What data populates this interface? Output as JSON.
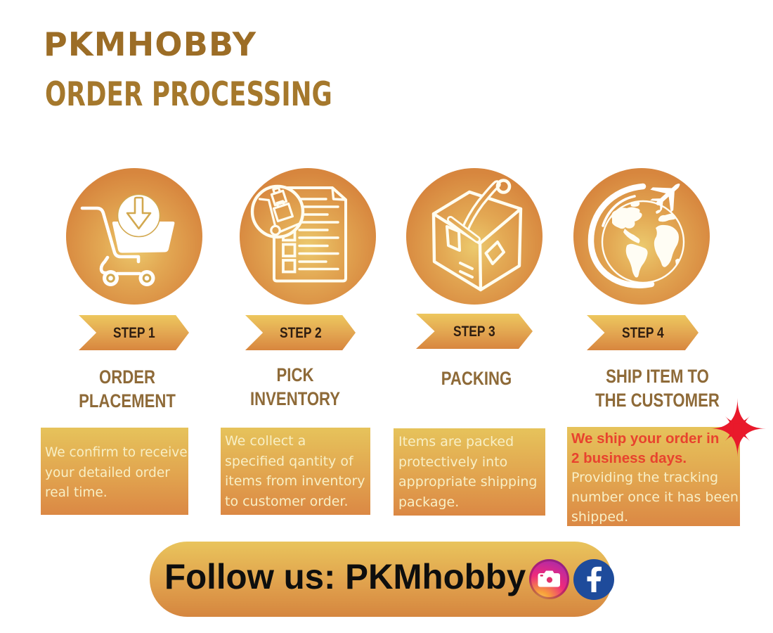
{
  "header": {
    "brand": "PKMHOBBY",
    "title": "ORDER PROCESSING"
  },
  "steps": [
    {
      "badge": "STEP 1",
      "title": "ORDER\nPLACEMENT",
      "description": "We confirm to receive\nyour detailed order\nreal time.",
      "icon": "cart-download-icon"
    },
    {
      "badge": "STEP 2",
      "title": "PICK\nINVENTORY",
      "description": "We collect a\nspecified qantity of\nitems from inventory\nto customer order.",
      "icon": "inventory-checklist-icon"
    },
    {
      "badge": "STEP 3",
      "title": "PACKING",
      "description": "Items are packed\nprotectively into\nappropriate shipping\npackage.",
      "icon": "packing-box-icon"
    },
    {
      "badge": "STEP 4",
      "title": "SHIP ITEM TO\nTHE CUSTOMER",
      "description_highlight": "We ship your order in\n2 business days.",
      "description": "Providing the tracking\nnumber once it has been\nshipped.",
      "icon": "globe-airplane-icon"
    }
  ],
  "footer": {
    "label": "Follow us: PKMhobby",
    "social": [
      "instagram-icon",
      "facebook-icon"
    ]
  },
  "colors": {
    "brand_brown": "#9c6d26",
    "subtitle_brown": "#a5782c",
    "heading_brown": "#8e6a38",
    "gold_top": "#e9c45c",
    "orange_bottom": "#d8863e",
    "box_text_cream": "#f8efc5",
    "highlight_red": "#e8432e",
    "star_red": "#e9192b",
    "facebook_blue": "#1e4b9b",
    "step_text_dark": "#2e1d11"
  }
}
